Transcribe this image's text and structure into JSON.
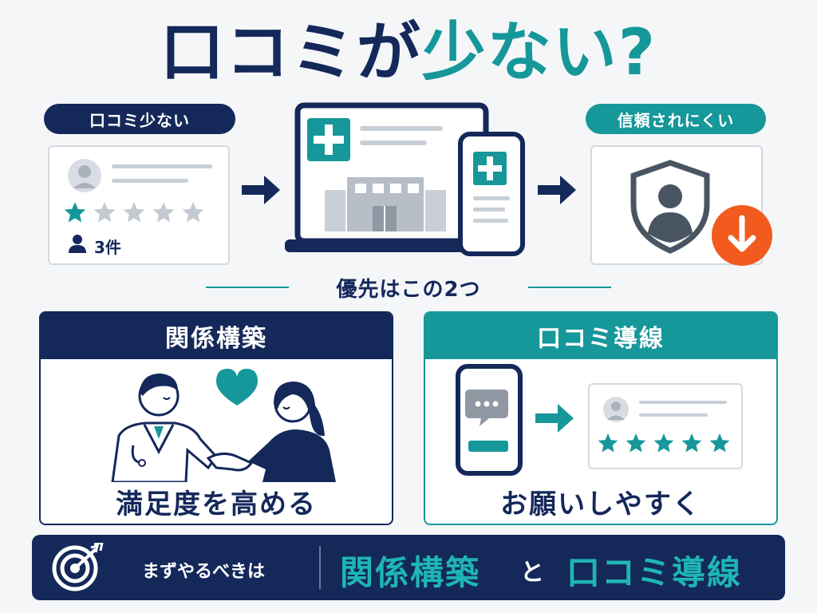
{
  "title": {
    "part1": "口コミが",
    "part2": "少ない?"
  },
  "top": {
    "left_label": "口コミ少ない",
    "review_count": "3件",
    "rating_filled": 1,
    "rating_total": 5,
    "right_label": "信頼されにくい"
  },
  "priority_heading": "優先はこの2つ",
  "panels": {
    "relationship": {
      "heading": "関係構築",
      "caption": "満足度を高める"
    },
    "review_flow": {
      "heading": "口コミ導線",
      "caption": "お願いしやすく"
    }
  },
  "footer": {
    "lead": "まずやるべきは",
    "item1": "関係構築",
    "connector": "と",
    "item2": "口コミ導線"
  },
  "colors": {
    "navy": "#14285a",
    "teal": "#16979a",
    "orange": "#f25a1e",
    "gray": "#c4cad2"
  }
}
